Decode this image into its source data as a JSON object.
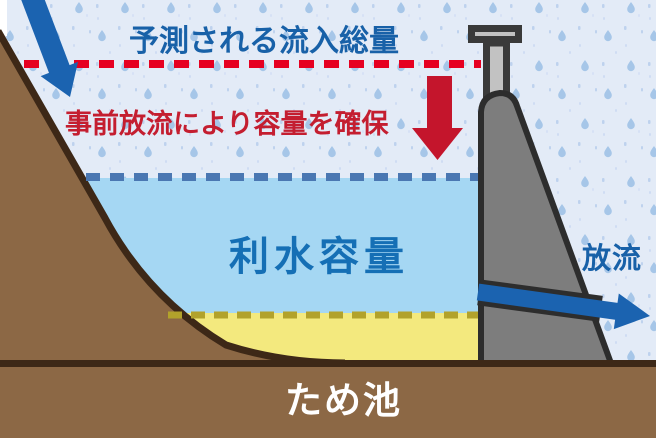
{
  "labels": {
    "predicted_inflow": "予測される流入総量",
    "pre_release": "事前放流により容量を確保",
    "water_capacity": "利水容量",
    "discharge": "放流",
    "pond": "ため池"
  },
  "colors": {
    "sky": "#e3ebf7",
    "rain_drop": "#a6c6e8",
    "water": "#a5d7f3",
    "sediment": "#f3e97e",
    "ground": "#8c6845",
    "ground_outline": "#3d2817",
    "dam_body": "#7d7d7d",
    "dam_outline": "#2d2d2d",
    "gate_fill": "#c2c2c2",
    "gate_outline": "#3a3a3a",
    "predicted_inflow_line": "#e60021",
    "water_level_line": "#4a77b2",
    "sediment_line": "#b2a22b",
    "arrow_blue": "#1b63b0",
    "arrow_red": "#c4152c",
    "heading_blue": "#1861a8",
    "heading_red": "#c41e30",
    "capacity_blue": "#156fb5",
    "pond_label": "#ffffff"
  }
}
